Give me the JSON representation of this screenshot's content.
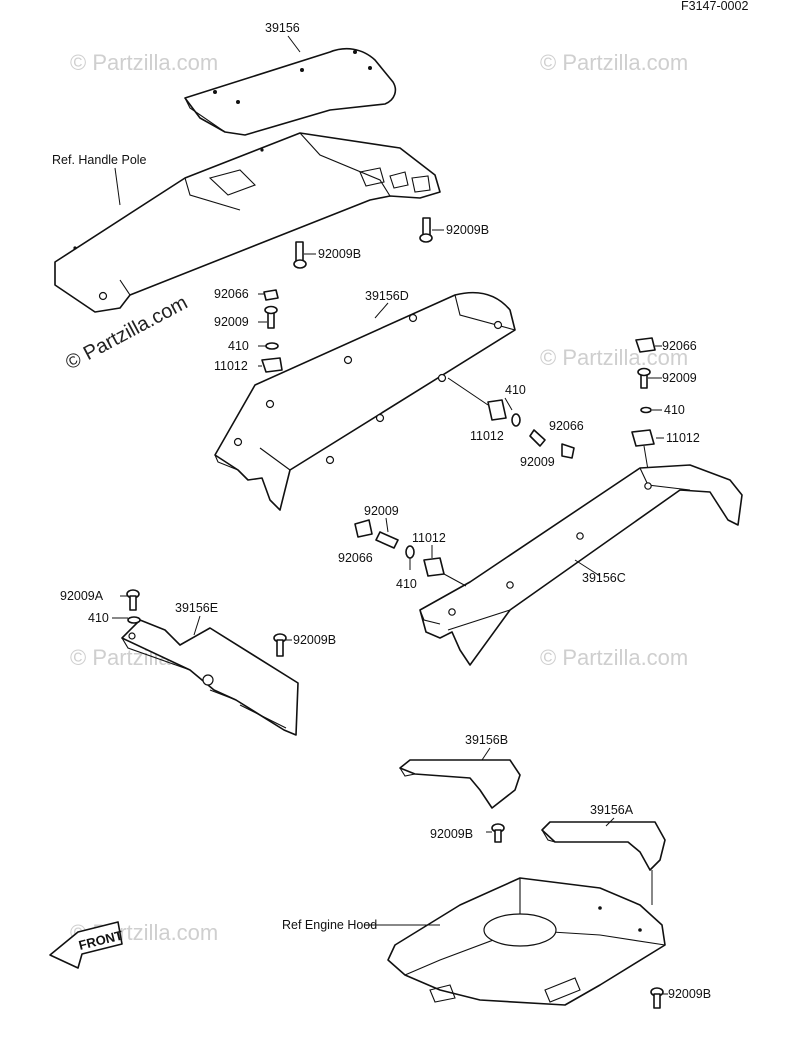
{
  "figure_code": "F3147-0002",
  "watermark": "© Partzilla.com",
  "front_label": "FRONT",
  "labels": {
    "p39156": "39156",
    "ref_handle_pole": "Ref. Handle Pole",
    "b92009_a": "92009B",
    "b92009_b": "92009B",
    "l92066_a": "92066",
    "l92009_a": "92009",
    "l410_a": "410",
    "l11012_a": "11012",
    "p39156d": "39156D",
    "l410_b": "410",
    "l11012_b": "11012",
    "l92066_b": "92066",
    "l92009_b": "92009",
    "r92066": "92066",
    "r92009": "92009",
    "r410": "410",
    "r11012": "11012",
    "m92009": "92009",
    "m92066": "92066",
    "m410": "410",
    "m11012": "11012",
    "p39156c": "39156C",
    "e92009a": "92009A",
    "e410": "410",
    "p39156e": "39156E",
    "e92009b": "92009B",
    "p39156b": "39156B",
    "b_92009b": "92009B",
    "p39156a": "39156A",
    "ref_engine_hood": "Ref Engine Hood",
    "h92009b": "92009B"
  }
}
